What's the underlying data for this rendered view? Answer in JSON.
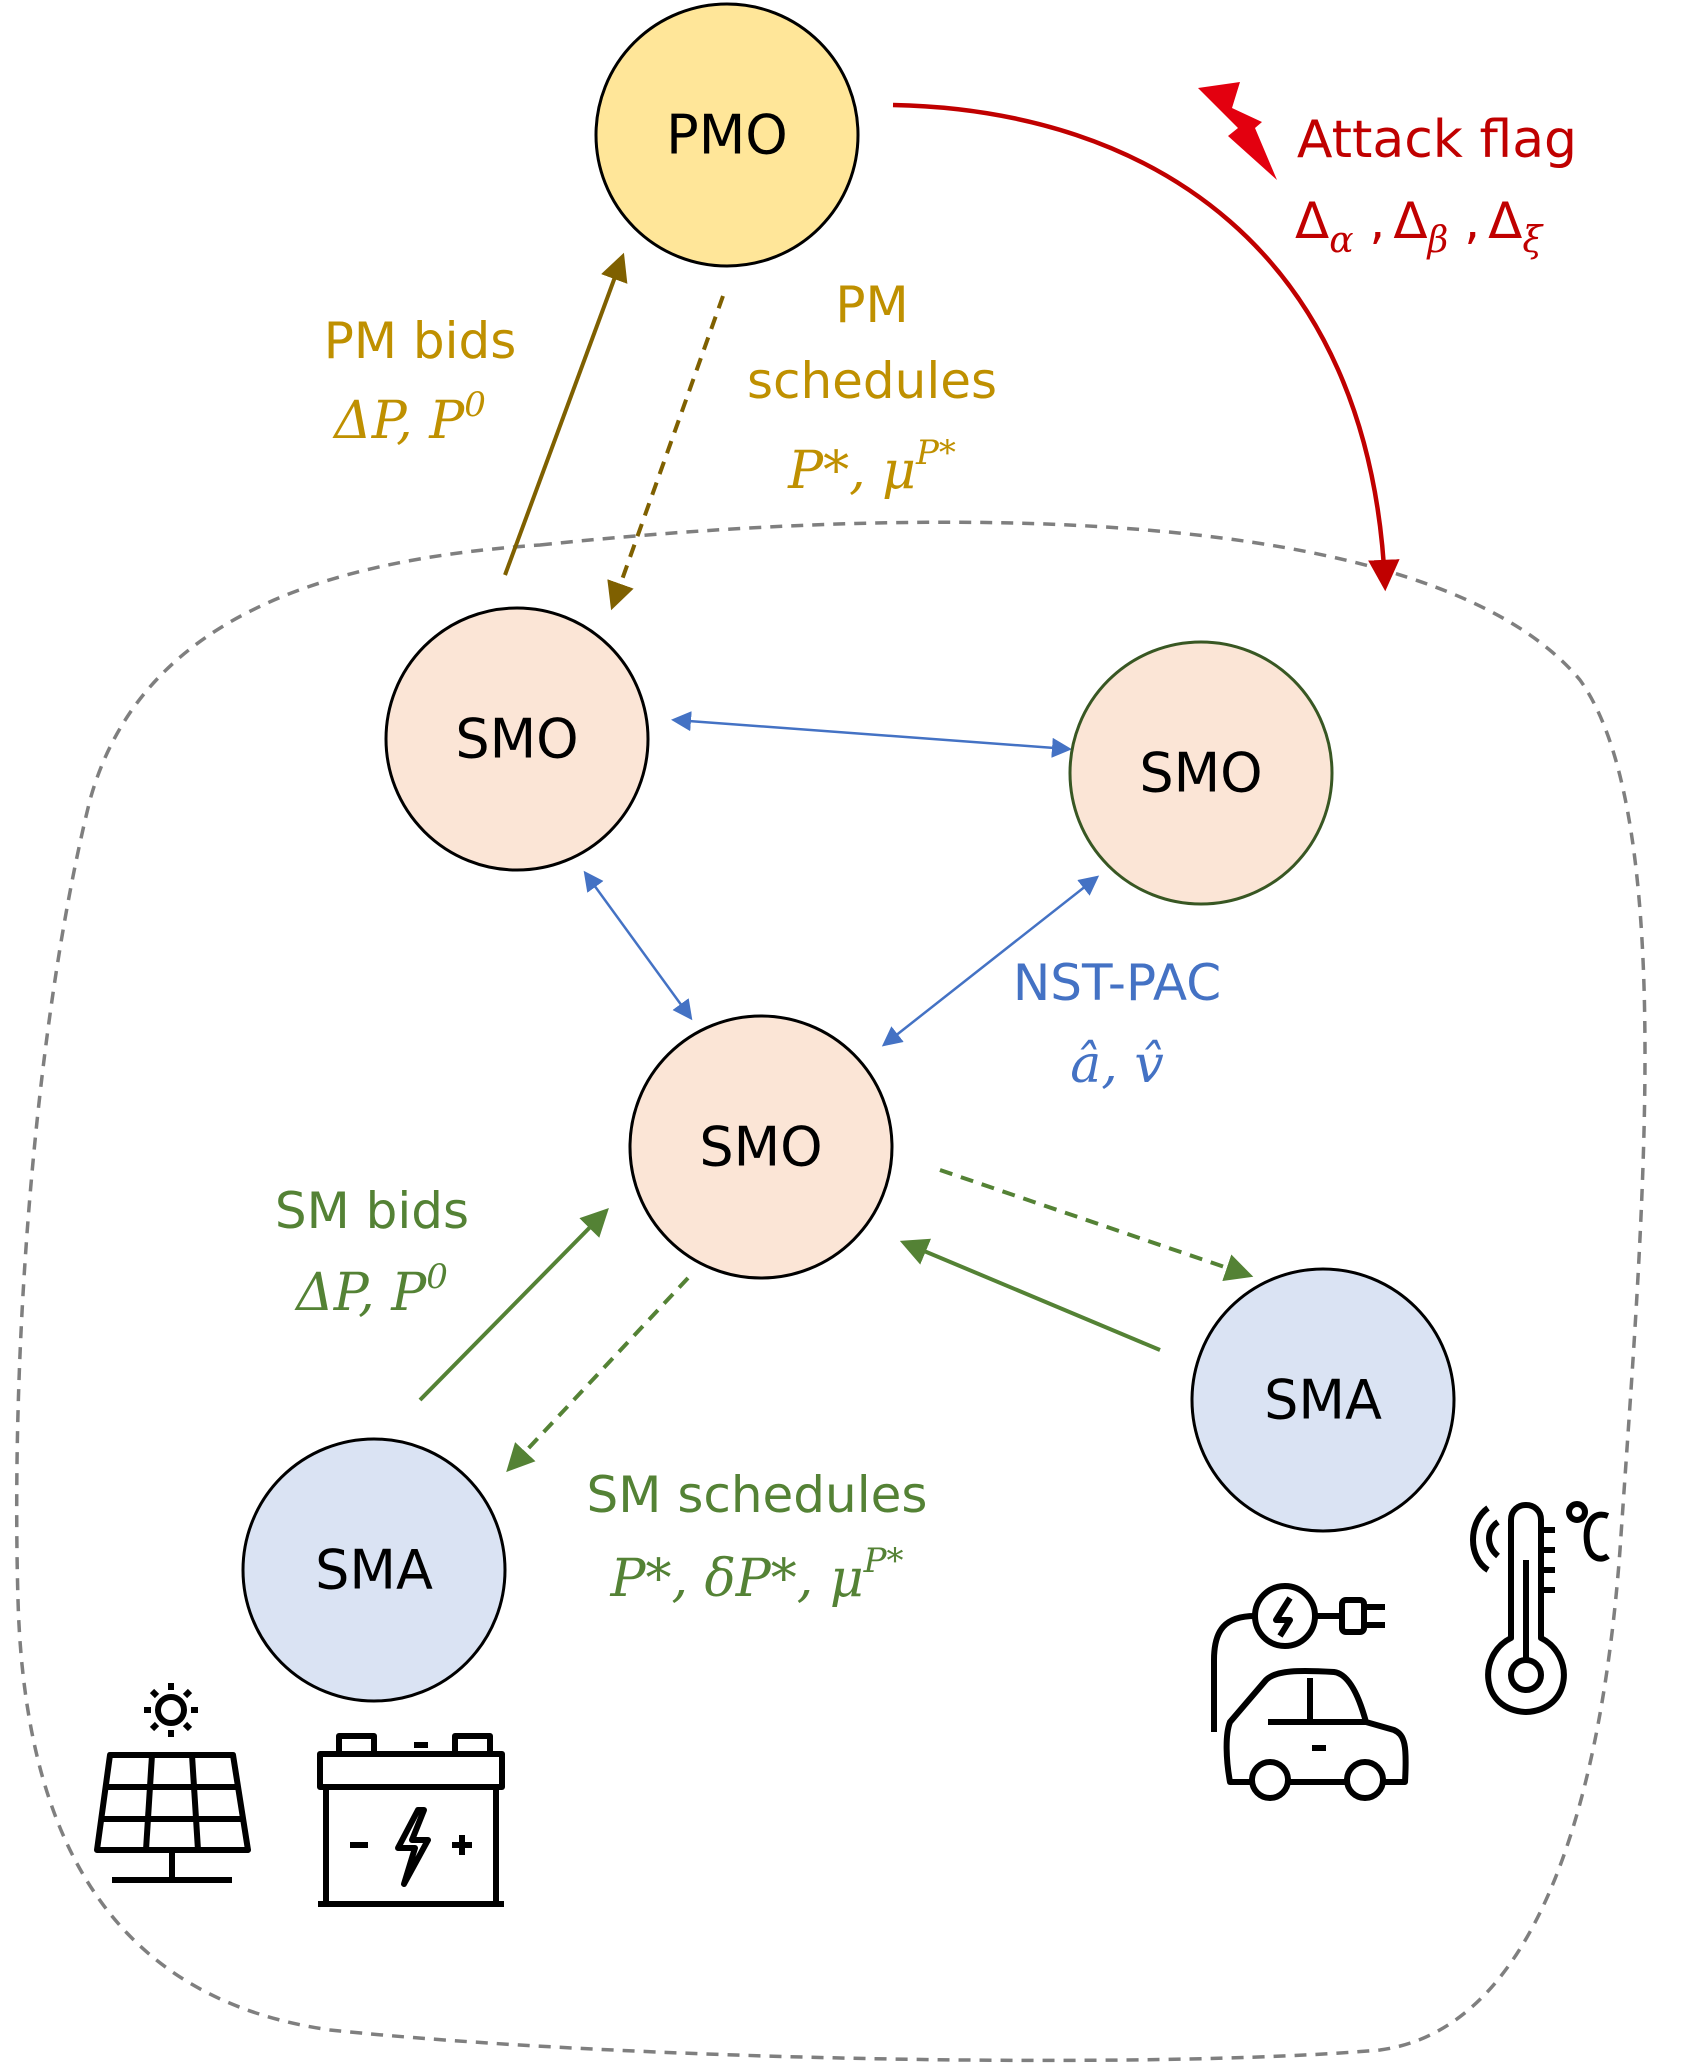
{
  "colors": {
    "pmo_fill": "#FFE699",
    "smo_fill": "#FBE5D6",
    "sma_fill": "#DAE3F3",
    "pm_gold": "#BF9000",
    "pm_arrow_dark": "#7F6000",
    "sm_green": "#548235",
    "nst_blue": "#4472C4",
    "attack_red": "#C00000",
    "boundary_gray": "#7F7F7F"
  },
  "nodes": {
    "pmo": "PMO",
    "smo_top_left": "SMO",
    "smo_right": "SMO",
    "smo_center": "SMO",
    "sma_left": "SMA",
    "sma_right": "SMA"
  },
  "labels": {
    "attack_flag": {
      "title": "Attack flag",
      "delta_alpha": "Δ",
      "alpha": "α",
      "comma": " ,",
      "delta_beta": "Δ",
      "beta": "β",
      "delta_xi": "Δ",
      "xi": "ξ"
    },
    "pm_bids": {
      "title": "PM bids",
      "delta_p": "ΔP, P",
      "p0_exp": "0"
    },
    "pm_schedules": {
      "line1": "PM",
      "line2": "schedules",
      "vars": "P*, μ",
      "mu_exp": "P*"
    },
    "nst_pac": {
      "title": "NST-PAC",
      "vars": "â, v̂"
    },
    "sm_bids": {
      "title": "SM bids",
      "delta_p": "ΔP, P",
      "p0_exp": "0"
    },
    "sm_schedules": {
      "title": "SM schedules",
      "vars": "P*, δP*, μ",
      "mu_exp": "P*"
    }
  },
  "icons": [
    "solar-panel-icon",
    "battery-icon",
    "ev-charging-icon",
    "thermometer-icon"
  ]
}
